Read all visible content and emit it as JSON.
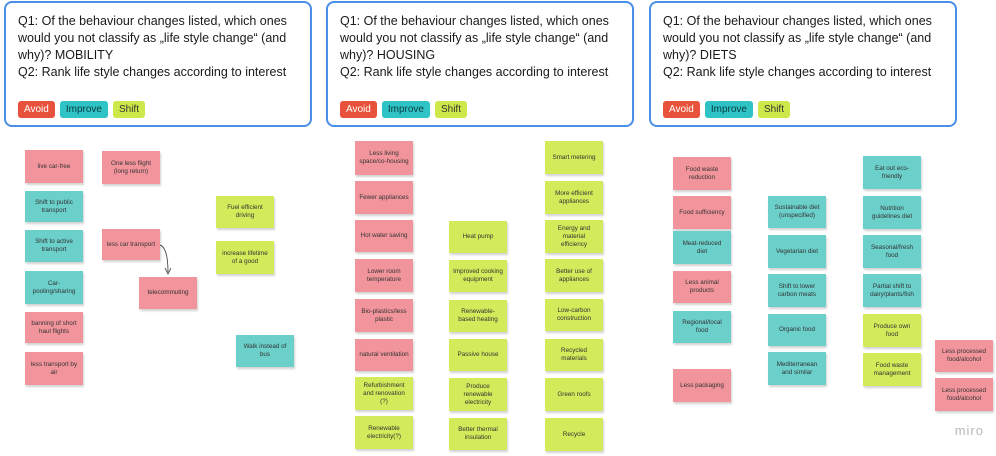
{
  "legend": {
    "avoid": "Avoid",
    "improve": "Improve",
    "shift": "Shift"
  },
  "panels": [
    {
      "q1": "Q1: Of the behaviour changes listed, which ones would you not classify as „life style change“ (and why)? MOBILITY",
      "q2": "Q2: Rank life style changes according to interest"
    },
    {
      "q1": "Q1: Of the behaviour changes listed, which ones would you not classify as „life style change“ (and why)? HOUSING",
      "q2": "Q2: Rank life style changes according to interest"
    },
    {
      "q1": "Q1: Of the behaviour changes listed, which ones would you not classify as „life style change“ (and why)? DIETS",
      "q2": "Q2: Rank life style changes according to interest"
    }
  ],
  "mobility": {
    "live_car_free": "live car-free",
    "public_transport": "Shift to public transport",
    "active_transport": "Shift to active transport",
    "car_pooling": "Car-pooling/sharing",
    "short_haul": "banning of short haul flights",
    "less_air": "less transport by air",
    "one_less_flight": "One less flight (long return)",
    "less_car": "less car transport",
    "telecommuting": "telecommuting",
    "fuel_efficient": "Fuel efficient driving",
    "lifetime": "increase lifetime of a good",
    "walk": "Walk instead of bus"
  },
  "housing": {
    "less_living": "Less living space/co-housing",
    "fewer_appliances": "Fewer appliances",
    "hot_water": "Hot water saving",
    "lower_temp": "Lower room temperature",
    "bioplastics": "Bio-plastics/less plastic",
    "natural_vent": "natural ventilation",
    "refurbishment": "Refurbishment and renovation (?)",
    "renewable_elec": "Renewable electricity(?)",
    "heat_pump": "Heat pump",
    "improved_cooking": "Improved cooking equipment",
    "renewable_heating": "Renewable-based heating",
    "passive_house": "Passive house",
    "produce_renewable": "Produce renewable electricity",
    "thermal_insulation": "Better thermal insulation",
    "smart_metering": "Smart metering",
    "efficient_appliances": "More efficient appliances",
    "energy_material": "Energy and material efficiency",
    "better_use": "Better use of appliances",
    "low_carbon": "Low-carbon construction",
    "recycled_materials": "Recycled materials",
    "green_roofs": "Green roofs",
    "recycle": "Recycle"
  },
  "diets": {
    "food_waste": "Food waste reduction",
    "food_sufficiency": "Food sufficiency",
    "meat_reduced": "Meat-reduced diet",
    "less_animal": "Less animal products",
    "regional": "Regional/local food",
    "less_packaging": "Less packaging",
    "sustainable_diet": "Sustainable diet (unspecified)",
    "vegetarian": "Vegetarian diet",
    "lower_carbon_meats": "Shift to lower carbon meats",
    "organic": "Organic food",
    "mediterranean": "Mediterranean and similar",
    "eat_out": "Eat out eco-friendly",
    "nutrition": "Nutrition guidelines diet",
    "seasonal": "Seasonal/fresh food",
    "partial_shift": "Partial shift to dairy/plants/fish",
    "own_food": "Produce own food",
    "waste_mgmt": "Food waste management",
    "less_processed_1": "Less processed food/alcohol",
    "less_processed_2": "Less processed food/alcohol"
  },
  "branding": {
    "logo": "miro"
  },
  "colors": {
    "avoid": "#e8513a",
    "improve": "#2fc3c6",
    "shift": "#cde84a",
    "frame": "#4a8fe7"
  }
}
